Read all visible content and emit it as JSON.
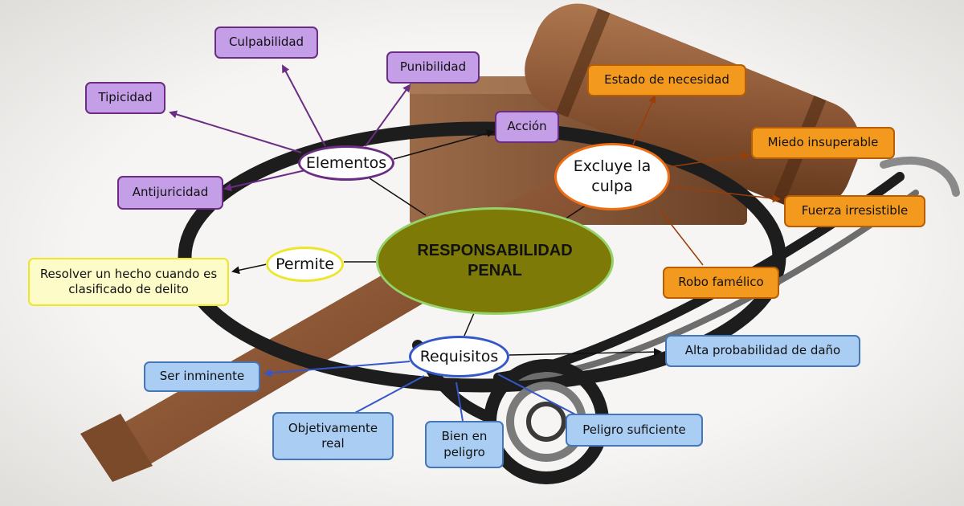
{
  "center": {
    "label": "RESPONSABILIDAD\nPENAL"
  },
  "hubs": {
    "elementos": "Elementos",
    "excluye": "Excluye la culpa",
    "permite": "Permite",
    "requisitos": "Requisitos"
  },
  "elementos_items": {
    "culpabilidad": "Culpabilidad",
    "punibilidad": "Punibilidad",
    "tipicidad": "Tipicidad",
    "accion": "Acción",
    "antijuricidad": "Antijuricidad"
  },
  "excluye_items": {
    "estado": "Estado de necesidad",
    "miedo": "Miedo insuperable",
    "fuerza": "Fuerza irresistible",
    "robo": "Robo famélico"
  },
  "permite_item": "Resolver un hecho cuando es clasificado de delito",
  "requisitos_items": {
    "alta": "Alta probabilidad de daño",
    "inminente": "Ser inminente",
    "objetivamente": "Objetivamente real",
    "bien": "Bien en peligro",
    "peligro": "Peligro suficiente"
  },
  "colors": {
    "purple_fill": "#c49ee6",
    "purple_line": "#6a2d83",
    "orange_fill": "#f39a1e",
    "orange_line": "#b55e07",
    "blue_fill": "#a9cdf3",
    "blue_line": "#4577b8",
    "yellow_fill": "#fdfcc8",
    "yellow_line": "#ece62c",
    "center_fill": "#7d7a08",
    "center_line": "#95d36a"
  },
  "background_icons": [
    "gavel-icon",
    "stethoscope-icon"
  ]
}
